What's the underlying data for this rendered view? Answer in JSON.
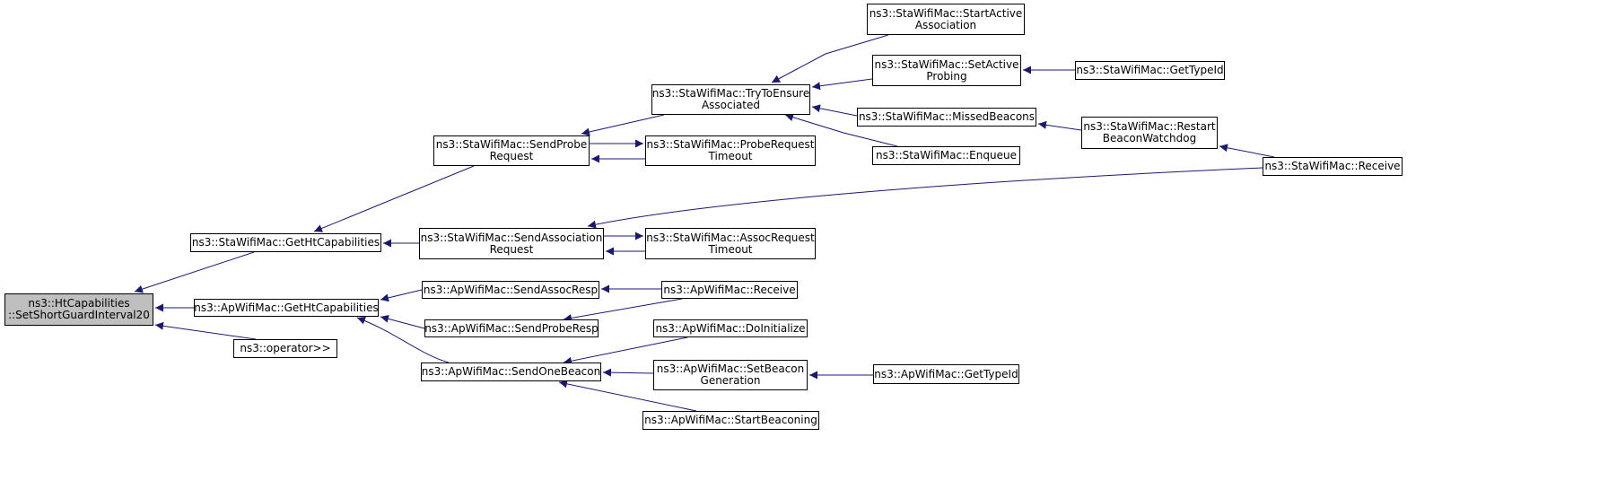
{
  "graph": {
    "edge_color": "#191970",
    "root_fill": "#bfbfbf",
    "nodes": {
      "root": {
        "lines": [
          "ns3::HtCapabilities",
          "::SetShortGuardInterval20"
        ]
      },
      "sta_get_ht": {
        "lines": [
          "ns3::StaWifiMac::GetHtCapabilities"
        ]
      },
      "ap_get_ht": {
        "lines": [
          "ns3::ApWifiMac::GetHtCapabilities"
        ]
      },
      "op_shift": {
        "lines": [
          "ns3::operator>>"
        ]
      },
      "sta_send_probe": {
        "lines": [
          "ns3::StaWifiMac::SendProbe",
          "Request"
        ]
      },
      "sta_send_assoc": {
        "lines": [
          "ns3::StaWifiMac::SendAssociation",
          "Request"
        ]
      },
      "ap_send_assoc_resp": {
        "lines": [
          "ns3::ApWifiMac::SendAssocResp"
        ]
      },
      "ap_send_probe_resp": {
        "lines": [
          "ns3::ApWifiMac::SendProbeResp"
        ]
      },
      "ap_send_beacon": {
        "lines": [
          "ns3::ApWifiMac::SendOneBeacon"
        ]
      },
      "sta_try_ensure": {
        "lines": [
          "ns3::StaWifiMac::TryToEnsure",
          "Associated"
        ]
      },
      "sta_probe_timeout": {
        "lines": [
          "ns3::StaWifiMac::ProbeRequest",
          "Timeout"
        ]
      },
      "sta_assoc_timeout": {
        "lines": [
          "ns3::StaWifiMac::AssocRequest",
          "Timeout"
        ]
      },
      "ap_receive": {
        "lines": [
          "ns3::ApWifiMac::Receive"
        ]
      },
      "ap_do_init": {
        "lines": [
          "ns3::ApWifiMac::DoInitialize"
        ]
      },
      "ap_set_beacon": {
        "lines": [
          "ns3::ApWifiMac::SetBeacon",
          "Generation"
        ]
      },
      "ap_start_beaconing": {
        "lines": [
          "ns3::ApWifiMac::StartBeaconing"
        ]
      },
      "sta_start_active": {
        "lines": [
          "ns3::StaWifiMac::StartActive",
          "Association"
        ]
      },
      "sta_set_active": {
        "lines": [
          "ns3::StaWifiMac::SetActive",
          "Probing"
        ]
      },
      "sta_missed": {
        "lines": [
          "ns3::StaWifiMac::MissedBeacons"
        ]
      },
      "sta_enqueue": {
        "lines": [
          "ns3::StaWifiMac::Enqueue"
        ]
      },
      "sta_get_typeid": {
        "lines": [
          "ns3::StaWifiMac::GetTypeId"
        ]
      },
      "sta_restart": {
        "lines": [
          "ns3::StaWifiMac::Restart",
          "BeaconWatchdog"
        ]
      },
      "sta_receive": {
        "lines": [
          "ns3::StaWifiMac::Receive"
        ]
      },
      "ap_get_typeid": {
        "lines": [
          "ns3::ApWifiMac::GetTypeId"
        ]
      }
    },
    "edges": [
      {
        "from": "sta_get_ht",
        "to": "root"
      },
      {
        "from": "ap_get_ht",
        "to": "root"
      },
      {
        "from": "op_shift",
        "to": "root"
      },
      {
        "from": "sta_send_probe",
        "to": "sta_get_ht"
      },
      {
        "from": "sta_send_assoc",
        "to": "sta_get_ht"
      },
      {
        "from": "ap_send_assoc_resp",
        "to": "ap_get_ht"
      },
      {
        "from": "ap_send_probe_resp",
        "to": "ap_get_ht"
      },
      {
        "from": "ap_send_beacon",
        "to": "ap_get_ht"
      },
      {
        "from": "sta_try_ensure",
        "to": "sta_send_probe"
      },
      {
        "from": "sta_probe_timeout",
        "to": "sta_send_probe"
      },
      {
        "from": "sta_send_probe",
        "to": "sta_probe_timeout"
      },
      {
        "from": "sta_assoc_timeout",
        "to": "sta_send_assoc"
      },
      {
        "from": "sta_send_assoc",
        "to": "sta_assoc_timeout"
      },
      {
        "from": "sta_receive",
        "to": "sta_send_assoc"
      },
      {
        "from": "ap_receive",
        "to": "ap_send_assoc_resp"
      },
      {
        "from": "ap_receive",
        "to": "ap_send_probe_resp"
      },
      {
        "from": "ap_do_init",
        "to": "ap_send_beacon"
      },
      {
        "from": "ap_set_beacon",
        "to": "ap_send_beacon"
      },
      {
        "from": "ap_start_beaconing",
        "to": "ap_send_beacon"
      },
      {
        "from": "ap_get_typeid",
        "to": "ap_set_beacon"
      },
      {
        "from": "sta_start_active",
        "to": "sta_try_ensure"
      },
      {
        "from": "sta_set_active",
        "to": "sta_try_ensure"
      },
      {
        "from": "sta_missed",
        "to": "sta_try_ensure"
      },
      {
        "from": "sta_enqueue",
        "to": "sta_try_ensure"
      },
      {
        "from": "sta_get_typeid",
        "to": "sta_set_active"
      },
      {
        "from": "sta_restart",
        "to": "sta_missed"
      },
      {
        "from": "sta_receive",
        "to": "sta_restart"
      }
    ]
  }
}
